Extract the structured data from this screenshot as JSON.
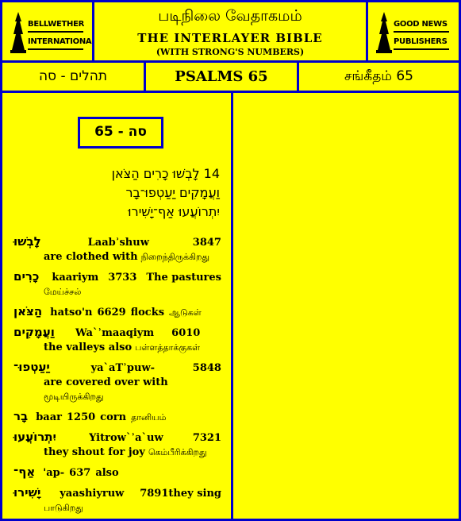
{
  "header": {
    "logo_left": {
      "line1": "BELLWETHER",
      "line2": "INTERNATIONAL"
    },
    "title_tamil": "படிநிலை வேதாகமம்",
    "title_english": "THE  INTERLAYER  BIBLE",
    "subtitle": "(WITH STRONG'S NUMBERS)",
    "logo_right": {
      "line1": "GOOD NEWS",
      "line2": "PUBLISHERS"
    }
  },
  "book": {
    "hebrew": "תהלים - סה",
    "english": "PSALMS 65",
    "tamil": "சங்கீதம் 65"
  },
  "chapter_label": "סה - 65",
  "verse": {
    "lines": [
      "14 לָבְשׁוּ כָרִים הַצֹּאן",
      "וַעֲמָקִים יַעַטְפוּ־בָר",
      "יִתְרוֹעֲעוּ אַף־יָשִׁירוּ"
    ]
  },
  "words": [
    {
      "hebrew": "לָבְשׁוּ",
      "translit": "Laabʾshuw",
      "strong": "3847",
      "english": "are clothed with",
      "tamil": "நிறைந்திருக்கிறது"
    },
    {
      "hebrew": "כָרִים",
      "translit": "kaariym",
      "strong": "3733",
      "english": "The pastures",
      "tamil": "மேய்ச்சல்"
    },
    {
      "hebrew": "הַצֹּאן",
      "translit": "hatso'n",
      "strong": "6629",
      "english": "flocks",
      "tamil": "ஆடுகள்"
    },
    {
      "hebrew": "וַעֲמָקִים",
      "translit": "Wa`ʾmaaqiym",
      "strong": "6010",
      "english": "the valleys  also",
      "tamil": "பள்ளத்தாக்குகள்"
    },
    {
      "hebrew": "יַעַטְפוּ־",
      "translit": "ya`aTʾpuw-",
      "strong": "5848",
      "english": "are covered  over with",
      "tamil": "மூடியிருக்கிறது"
    },
    {
      "hebrew": "בָר",
      "translit": "baar",
      "strong": "1250",
      "english": "corn",
      "tamil": "தானியம்"
    },
    {
      "hebrew": "יִתְרוֹעֲעוּ",
      "translit": "Yitrow`ʾa`uw",
      "strong": "7321",
      "english": "they shout  for joy",
      "tamil": "கெம்பீரிக்கிறது"
    },
    {
      "hebrew": "אַף־",
      "translit": "'ap-",
      "strong": "637",
      "english": "also",
      "tamil": ""
    },
    {
      "hebrew": "יָשִׁירוּ",
      "translit": "yaashiyruw",
      "strong": "7891",
      "english": "they sing",
      "tamil": "பாடுகிறது"
    }
  ],
  "colors": {
    "background": "#ffff00",
    "border": "#0000cc"
  }
}
